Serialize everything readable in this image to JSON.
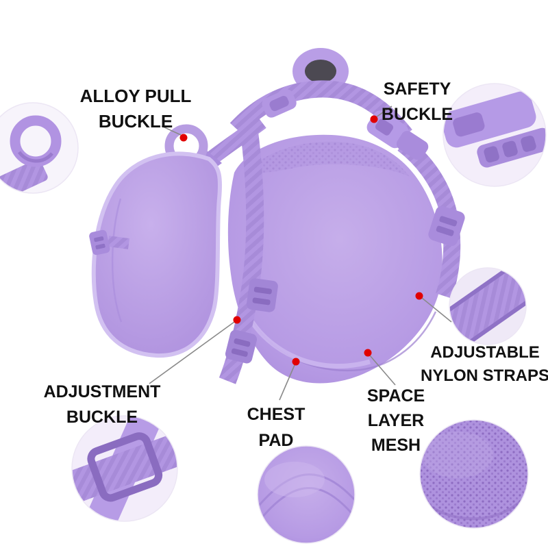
{
  "title": "Dog harness product feature diagram",
  "colors": {
    "background": "#ffffff",
    "harness_purple": "#b396e0",
    "harness_light": "#c3abe9",
    "harness_dark": "#9d7fd0",
    "webbing": "#a78bd8",
    "label_text": "#111111",
    "callout_dot": "#e10000",
    "callout_line": "#8a8a8a"
  },
  "callouts": {
    "alloy_pull_buckle": {
      "lines": [
        "ALLOY PULL",
        "BUCKLE"
      ]
    },
    "safety_buckle": {
      "lines": [
        "SAFETY",
        "BUCKLE"
      ]
    },
    "adjustable_nylon_straps": {
      "lines": [
        "ADJUSTABLE",
        "NYLON STRAPS"
      ]
    },
    "adjustment_buckle": {
      "lines": [
        "ADJUSTMENT",
        "BUCKLE"
      ]
    },
    "chest_pad": {
      "lines": [
        "CHEST",
        "PAD"
      ]
    },
    "space_layer_mesh": {
      "lines": [
        "SPACE",
        "LAYER",
        "MESH"
      ]
    }
  },
  "insets": {
    "top_left": "alloy-pull-buckle-zoom",
    "top_right": "safety-buckle-zoom",
    "mid_right": "nylon-strap-zoom",
    "bottom_left": "adjustment-buckle-zoom",
    "bottom_center": "chest-pad-zoom",
    "bottom_right": "mesh-fabric-zoom"
  }
}
